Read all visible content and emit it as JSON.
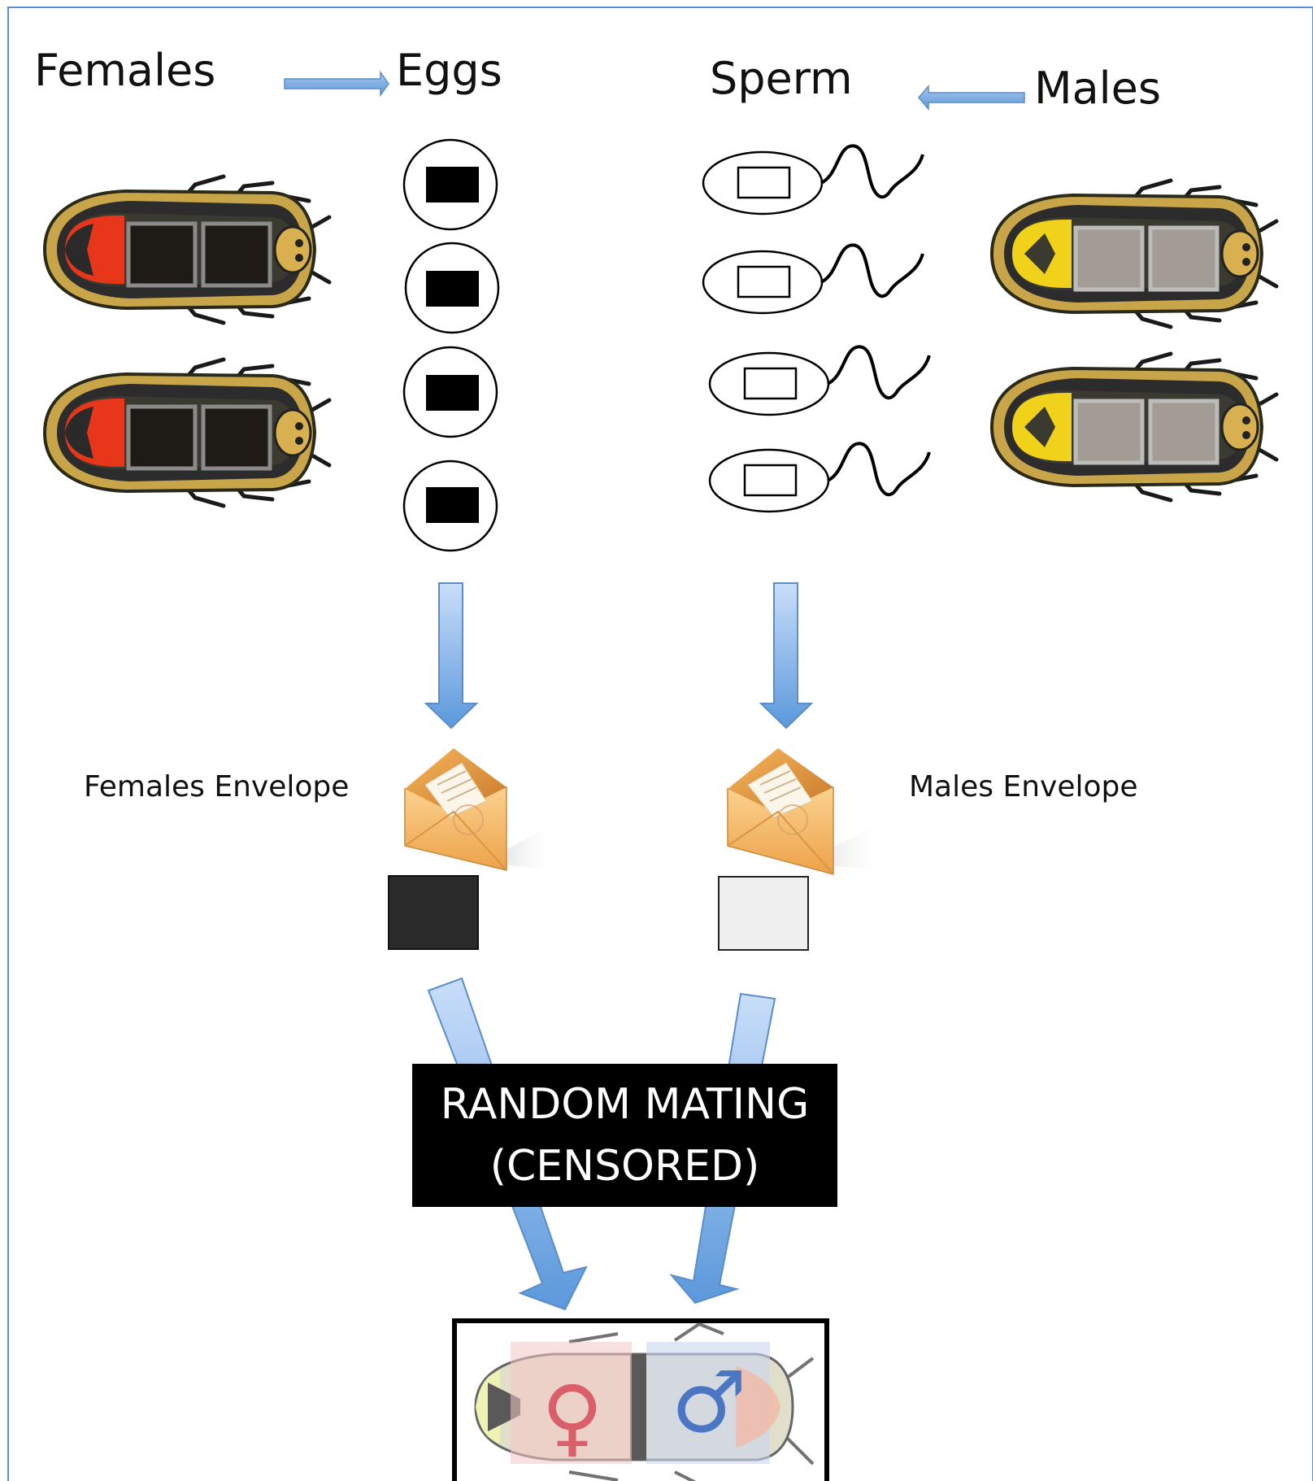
{
  "labels": {
    "females": "Females",
    "eggs": "Eggs",
    "sperm": "Sperm",
    "males": "Males",
    "females_envelope": "Females Envelope",
    "males_envelope": "Males Envelope"
  },
  "censor_box": {
    "line1": "RANDOM MATING",
    "line2": "(CENSORED)"
  },
  "offspring": {
    "female_symbol": "♀",
    "male_symbol": "♂"
  },
  "colors": {
    "arrow_blue": "#6fa6dd",
    "female_lantern": "#e8361a",
    "male_lantern": "#f0d21a",
    "egg_allele": "#000000",
    "female_envelope_card": "#2a2a2a",
    "male_envelope_card": "#efefef",
    "envelope": "#f2b35c",
    "female_symbol": "#d9606a",
    "male_symbol": "#4a76c4"
  }
}
